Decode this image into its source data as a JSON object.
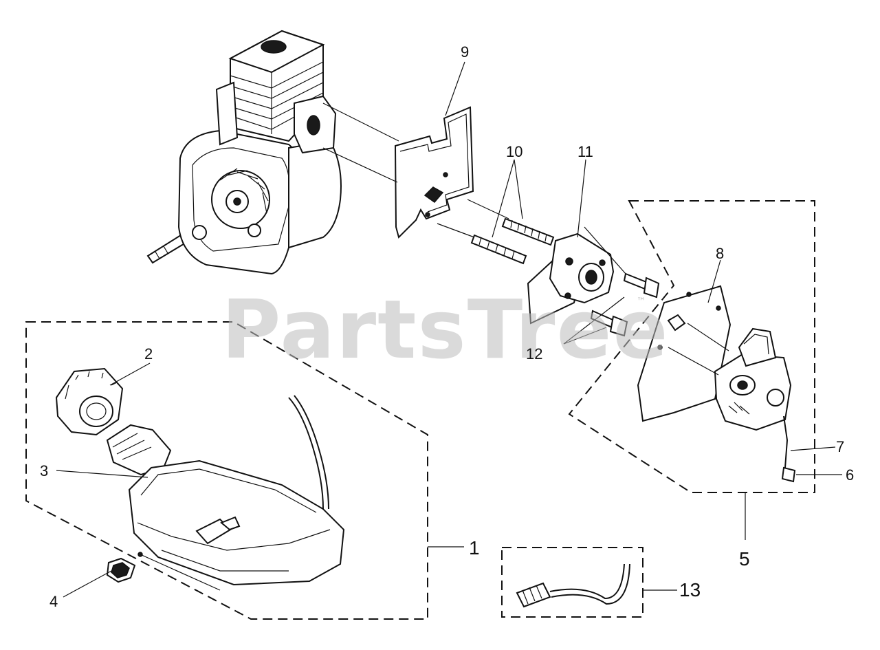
{
  "watermark": {
    "text": "PartsTree",
    "mark": "™"
  },
  "callouts": [
    {
      "id": "1",
      "text": "1"
    },
    {
      "id": "2",
      "text": "2"
    },
    {
      "id": "3",
      "text": "3"
    },
    {
      "id": "4",
      "text": "4"
    },
    {
      "id": "5",
      "text": "5"
    },
    {
      "id": "6",
      "text": "6"
    },
    {
      "id": "7",
      "text": "7"
    },
    {
      "id": "8",
      "text": "8"
    },
    {
      "id": "9",
      "text": "9"
    },
    {
      "id": "10",
      "text": "10"
    },
    {
      "id": "11",
      "text": "11"
    },
    {
      "id": "12",
      "text": "12"
    },
    {
      "id": "13",
      "text": "13"
    }
  ]
}
